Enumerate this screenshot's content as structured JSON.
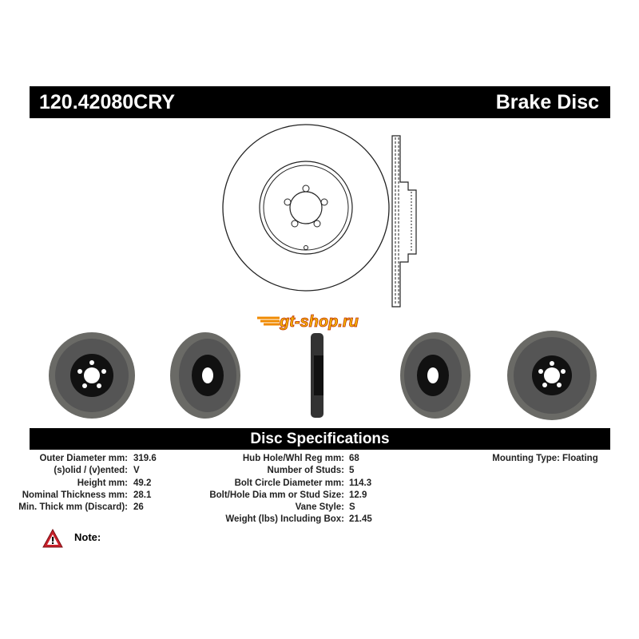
{
  "header": {
    "part_number": "120.42080CRY",
    "category": "Brake Disc"
  },
  "watermark": "gt-shop.ru",
  "specs_title": "Disc Specifications",
  "specs_col1": [
    {
      "label": "Outer Diameter mm:",
      "value": "319.6"
    },
    {
      "label": "(s)olid / (v)ented:",
      "value": "V"
    },
    {
      "label": "Height mm:",
      "value": "49.2"
    },
    {
      "label": "Nominal Thickness mm:",
      "value": "28.1"
    },
    {
      "label": "Min. Thick mm (Discard):",
      "value": "26"
    }
  ],
  "specs_col2": [
    {
      "label": "Hub Hole/Whl Reg mm:",
      "value": "68"
    },
    {
      "label": "Number of Studs:",
      "value": "5"
    },
    {
      "label": "Bolt Circle Diameter mm:",
      "value": "114.3"
    },
    {
      "label": "Bolt/Hole Dia mm or Stud Size:",
      "value": "12.9"
    },
    {
      "label": "Vane Style:",
      "value": "S"
    },
    {
      "label": "Weight (lbs) Including Box:",
      "value": "21.45"
    }
  ],
  "specs_col3": [
    {
      "label": "Mounting Type:",
      "value": "Floating"
    }
  ],
  "note_label": "Note:",
  "colors": {
    "bar": "#000000",
    "warning": "#c8202a",
    "logo": "#f08a00"
  }
}
